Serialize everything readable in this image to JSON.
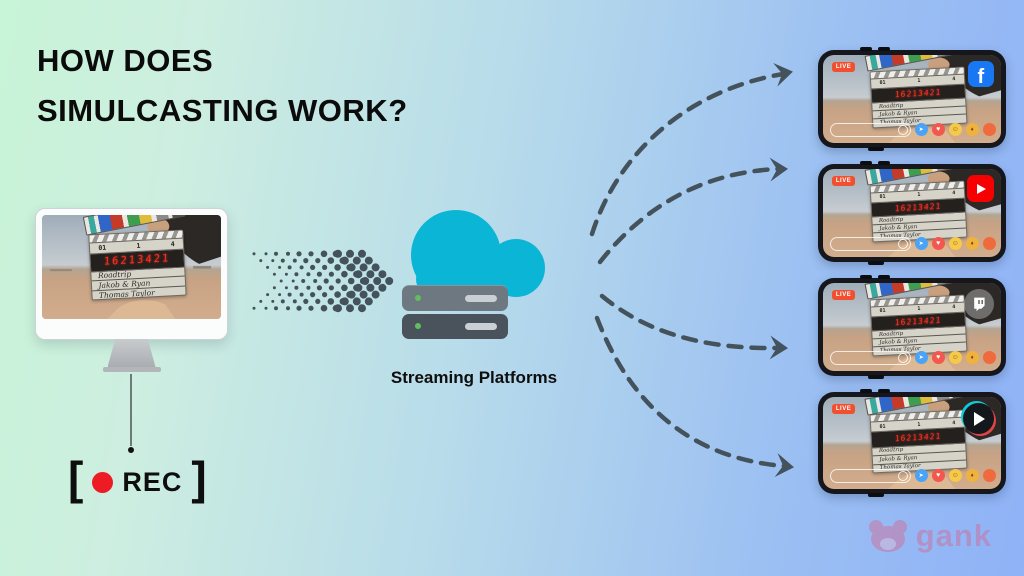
{
  "title": {
    "line1": "HOW DOES",
    "line2": "SIMULCASTING WORK?"
  },
  "recorder": {
    "bracket_left": "[",
    "bracket_right": "]",
    "rec_label": "REC"
  },
  "video": {
    "live_badge": "LIVE",
    "slate": {
      "scene": "01",
      "take": "1",
      "roll": "4",
      "timecode": "16213421",
      "line1": "Roadtrip",
      "line2": "Jakob & Ryan",
      "line3": "Thomas Taylor"
    }
  },
  "streaming": {
    "label": "Streaming Platforms"
  },
  "phones": [
    {
      "name": "facebook",
      "icon": "facebook-icon",
      "glyph": "f"
    },
    {
      "name": "youtube",
      "icon": "youtube-icon"
    },
    {
      "name": "twitch",
      "icon": "twitch-icon"
    },
    {
      "name": "video-play",
      "icon": "play-icon"
    }
  ],
  "watermark": {
    "brand": "gank"
  },
  "colors": {
    "background_left": "#c8f4d7",
    "background_right": "#8fb2f7",
    "cloud_cyan": "#0ab5d6",
    "arrow_gray": "#44525c",
    "facebook_blue": "#1877f2",
    "youtube_red": "#f60002",
    "live_badge_orange": "#f0502f",
    "rec_red": "#ed1c24",
    "led_red": "#ff2d1e"
  }
}
